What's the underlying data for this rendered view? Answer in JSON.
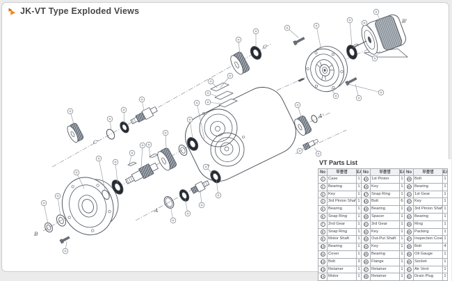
{
  "page": {
    "title": "JK-VT Type Exploded Views"
  },
  "diagram": {
    "labels": {
      "a": "A",
      "a_prime": "A'",
      "b": "B",
      "b_prime": "B'",
      "c": "C",
      "c_prime": "C'"
    }
  },
  "parts_list": {
    "title": "VT Parts List",
    "col_headers": {
      "no": "No",
      "name": "부품명",
      "ea": "EA"
    },
    "columns": [
      [
        {
          "no": 1,
          "name": "Case",
          "ea": 1
        },
        {
          "no": 2,
          "name": "Bearing",
          "ea": 1
        },
        {
          "no": 3,
          "name": "Key",
          "ea": 1
        },
        {
          "no": 4,
          "name": "3rd Pinion Shaft",
          "ea": 1
        },
        {
          "no": 5,
          "name": "Bearing",
          "ea": 1
        },
        {
          "no": 6,
          "name": "Snap Ring",
          "ea": 1
        },
        {
          "no": 7,
          "name": "2nd Gear",
          "ea": 1
        },
        {
          "no": 8,
          "name": "Snap Ring",
          "ea": 1
        },
        {
          "no": 9,
          "name": "Motor Shaft",
          "ea": 1
        },
        {
          "no": 10,
          "name": "Bearing",
          "ea": 1
        },
        {
          "no": 11,
          "name": "Cover",
          "ea": 1
        },
        {
          "no": 12,
          "name": "Bolt",
          "ea": 3
        },
        {
          "no": 13,
          "name": "Retainer",
          "ea": 1
        },
        {
          "no": 14,
          "name": "Motor",
          "ea": 1
        }
      ],
      [
        {
          "no": 15,
          "name": "1st Pinion",
          "ea": 1
        },
        {
          "no": 16,
          "name": "Key",
          "ea": 1
        },
        {
          "no": 17,
          "name": "Snap Ring",
          "ea": 1
        },
        {
          "no": 18,
          "name": "Bolt",
          "ea": 6
        },
        {
          "no": 19,
          "name": "Bearing",
          "ea": 1
        },
        {
          "no": 20,
          "name": "Spacer",
          "ea": 1
        },
        {
          "no": 21,
          "name": "3rd Gear",
          "ea": 1
        },
        {
          "no": 22,
          "name": "Key",
          "ea": 1
        },
        {
          "no": 23,
          "name": "Out-Put Shaft",
          "ea": 1
        },
        {
          "no": 24,
          "name": "Key",
          "ea": 1
        },
        {
          "no": 25,
          "name": "Bearing",
          "ea": 1
        },
        {
          "no": 26,
          "name": "Flange",
          "ea": 1
        },
        {
          "no": 27,
          "name": "Retainer",
          "ea": 1
        },
        {
          "no": 28,
          "name": "Retainer",
          "ea": 1
        }
      ],
      [
        {
          "no": 29,
          "name": "Bolt",
          "ea": 1
        },
        {
          "no": 30,
          "name": "Bearing",
          "ea": 1
        },
        {
          "no": 31,
          "name": "1st Gear",
          "ea": 1
        },
        {
          "no": 32,
          "name": "Key",
          "ea": 1
        },
        {
          "no": 33,
          "name": "3rd Pinion Shaft",
          "ea": 1
        },
        {
          "no": 34,
          "name": "Bearing",
          "ea": 1
        },
        {
          "no": 35,
          "name": "Ring",
          "ea": 1
        },
        {
          "no": 36,
          "name": "Packing",
          "ea": 1
        },
        {
          "no": 37,
          "name": "Inspection Cover",
          "ea": 1
        },
        {
          "no": 38,
          "name": "Bolt",
          "ea": 4
        },
        {
          "no": 39,
          "name": "Oil Gauge",
          "ea": 1
        },
        {
          "no": 40,
          "name": "Socket",
          "ea": 1
        },
        {
          "no": 41,
          "name": "Air Vent",
          "ea": 1
        },
        {
          "no": 42,
          "name": "Drain Plug",
          "ea": 1
        }
      ]
    ]
  }
}
